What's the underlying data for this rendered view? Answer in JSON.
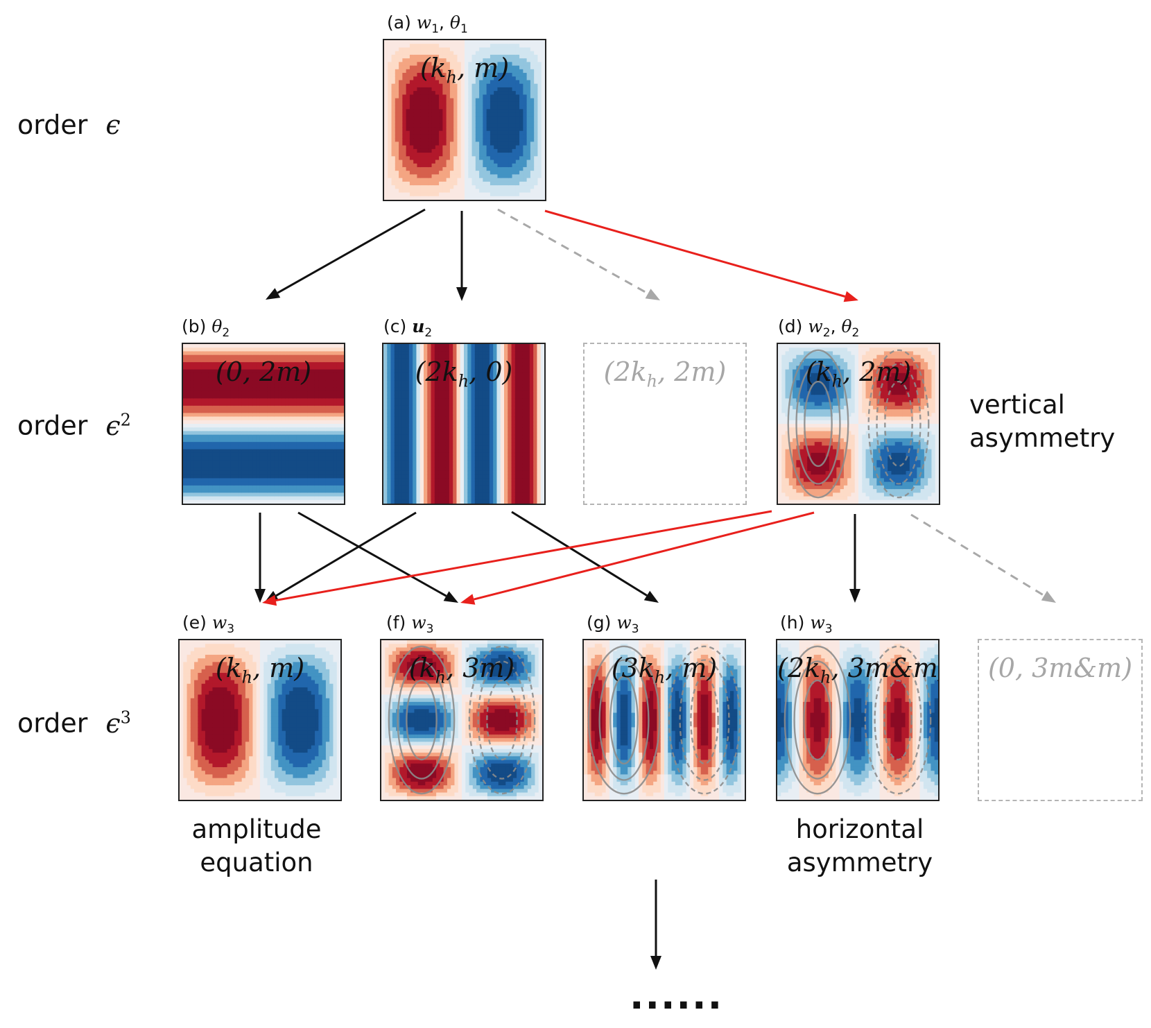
{
  "orders": [
    {
      "word": "order",
      "symbol": "ϵ",
      "power": ""
    },
    {
      "word": "order",
      "symbol": "ϵ",
      "power": "2"
    },
    {
      "word": "order",
      "symbol": "ϵ",
      "power": "3"
    }
  ],
  "panels": {
    "a": {
      "tag": "(a) ",
      "var1": "w",
      "sub1": "1",
      "sep": ", ",
      "var2": "θ",
      "sub2": "1",
      "wn_pre": "(k",
      "wn_sub": "h",
      "wn_post": ", m)"
    },
    "b": {
      "tag": "(b) ",
      "var1": "θ",
      "sub1": "2",
      "wn_pre": "(0, 2m)",
      "wn_sub": "",
      "wn_post": ""
    },
    "c": {
      "tag": "(c) ",
      "var1": "u",
      "sub1": "2",
      "wn_pre": "(2k",
      "wn_sub": "h",
      "wn_post": ", 0)"
    },
    "ghost1": {
      "wn_pre": "(2k",
      "wn_sub": "h",
      "wn_post": ", 2m)"
    },
    "d": {
      "tag": "(d) ",
      "var1": "w",
      "sub1": "2",
      "sep": ", ",
      "var2": "θ",
      "sub2": "2",
      "wn_pre": "(k",
      "wn_sub": "h",
      "wn_post": ", 2m)"
    },
    "e": {
      "tag": "(e) ",
      "var1": "w",
      "sub1": "3",
      "wn_pre": "(k",
      "wn_sub": "h",
      "wn_post": ", m)"
    },
    "f": {
      "tag": "(f) ",
      "var1": "w",
      "sub1": "3",
      "wn_pre": "(k",
      "wn_sub": "h",
      "wn_post": ", 3m)"
    },
    "g": {
      "tag": "(g) ",
      "var1": "w",
      "sub1": "3",
      "wn_pre": "(3k",
      "wn_sub": "h",
      "wn_post": ", m)"
    },
    "h": {
      "tag": "(h) ",
      "var1": "w",
      "sub1": "3",
      "wn_pre": "(2k",
      "wn_sub": "h",
      "wn_post": ", 3m&m)"
    },
    "ghost2": {
      "wn_pre": "(0, 3m&m)",
      "wn_sub": "",
      "wn_post": ""
    }
  },
  "notes": {
    "vertical": [
      "vertical",
      "asymmetry"
    ],
    "amplitude": [
      "amplitude",
      "equation"
    ],
    "horizontal": [
      "horizontal",
      "asymmetry"
    ]
  },
  "ellipsis": "......",
  "colors": {
    "arrow_primary": "#111111",
    "arrow_asymmetry": "#e8201c",
    "arrow_ghost": "#a8a8a8",
    "warm_dark": "#8b0a24",
    "cool_dark": "#134b86",
    "contour": "#8c8c8c"
  }
}
